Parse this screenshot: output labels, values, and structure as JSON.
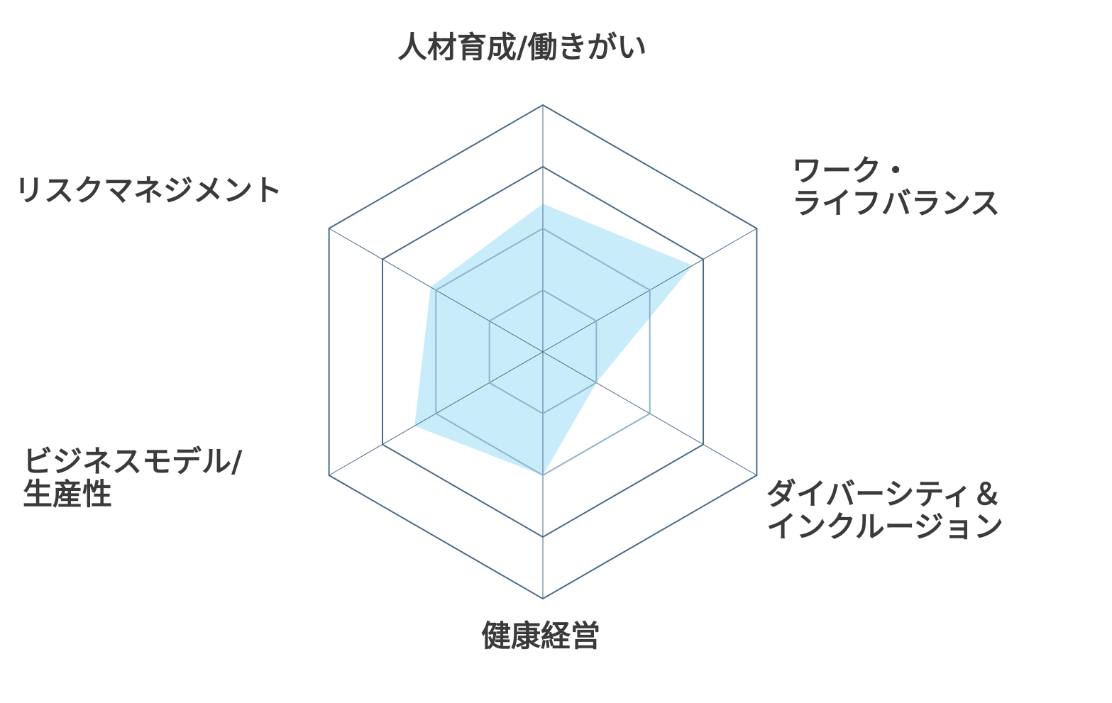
{
  "chart_data": {
    "type": "radar",
    "axes": [
      [
        "人材育成/働きがい"
      ],
      [
        "ワーク・",
        "ライフバランス"
      ],
      [
        "ダイバーシティ＆",
        "インクルージョン"
      ],
      [
        "健康経営"
      ],
      [
        "ビジネスモデル/",
        "生産性"
      ],
      [
        "リスクマネジメント"
      ]
    ],
    "levels": 4,
    "max": 4,
    "series": [
      {
        "values": [
          2.4,
          2.8,
          1.0,
          2.0,
          2.4,
          2.1
        ]
      }
    ],
    "grid": true,
    "colors": {
      "grid_outer": "#4a6a8e",
      "grid_inner": "#8db3cf",
      "spoke": "#4a6a8e",
      "fill": "#c9ecfb"
    }
  }
}
